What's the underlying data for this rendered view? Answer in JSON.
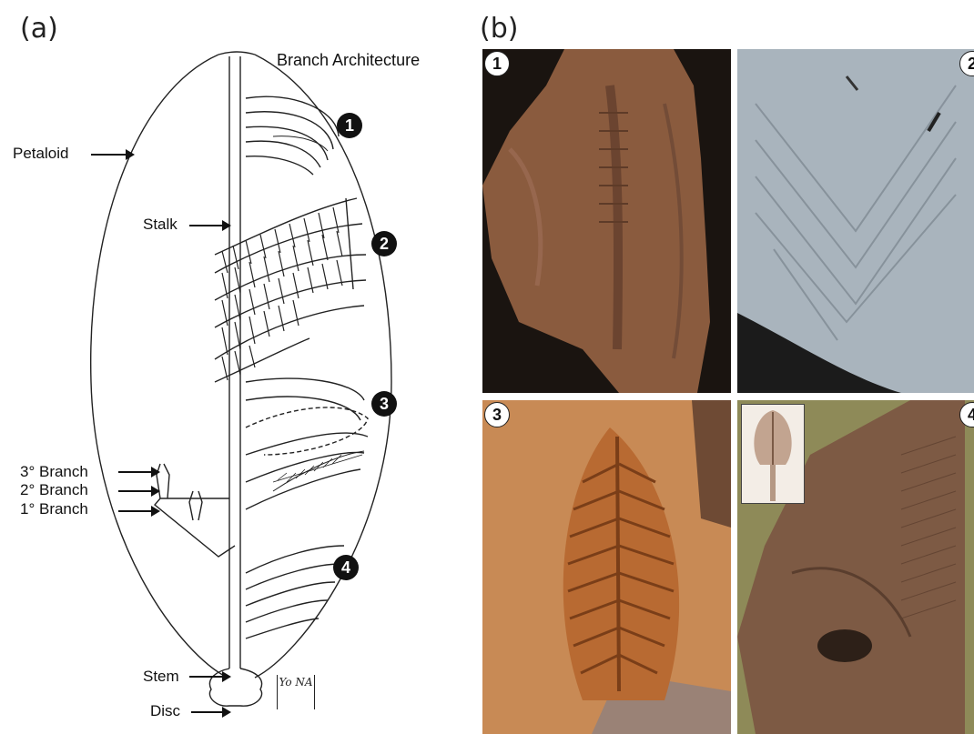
{
  "panel_a": {
    "letter": "(a)",
    "title": "Branch Architecture",
    "labels": {
      "petaloid": "Petaloid",
      "stalk": "Stalk",
      "branch3": "3° Branch",
      "branch2": "2° Branch",
      "branch1": "1° Branch",
      "stem": "Stem",
      "disc": "Disc"
    },
    "markers": [
      "1",
      "2",
      "3",
      "4"
    ],
    "stamp": "Yo NA"
  },
  "panel_b": {
    "letter": "(b)",
    "photo_numbers": [
      "1",
      "2",
      "3",
      "4"
    ]
  },
  "colors": {
    "photo1": "#8a5b3e",
    "photo2": "#a9b4bd",
    "photo3": "#b86a32",
    "photo4": "#7d5a44"
  }
}
